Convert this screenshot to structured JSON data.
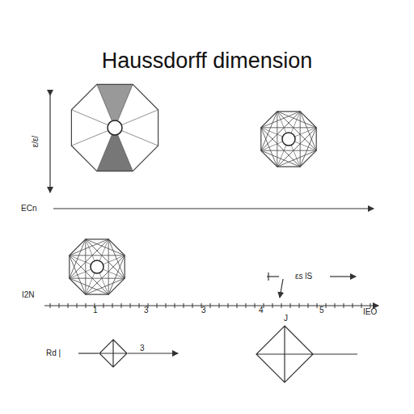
{
  "diagram": {
    "title": "Haussdorff dimension",
    "labels": [
      "ε/ε/",
      "ECn",
      "I2N",
      "1",
      "3",
      "3",
      "4",
      "5",
      "IEO",
      "εs lS",
      "Rd |",
      "3",
      "J"
    ]
  }
}
